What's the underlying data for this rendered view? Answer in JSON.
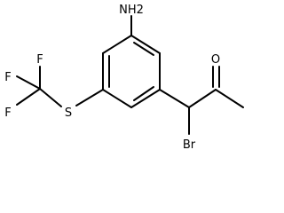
{
  "molecule": {
    "atoms": {
      "nh2": "NH2",
      "o": "O",
      "br": "Br",
      "s": "S",
      "f_top": "F",
      "f_left_top": "F",
      "f_left_bottom": "F"
    }
  },
  "colors": {
    "bond": "#000000",
    "label": "#000000",
    "background": "#ffffff"
  }
}
